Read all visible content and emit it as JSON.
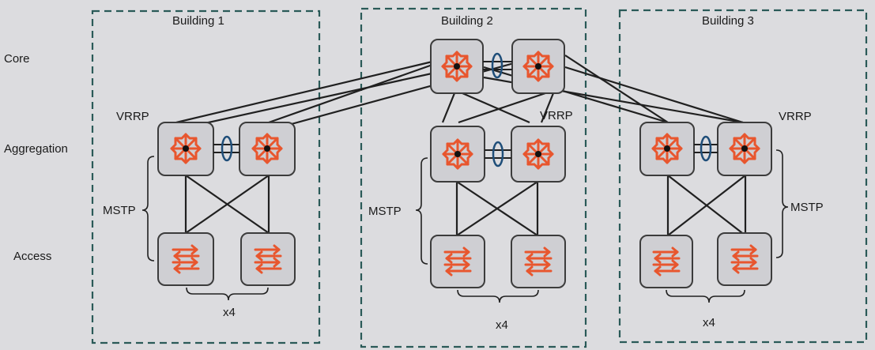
{
  "tiers": {
    "core": "Core",
    "aggregation": "Aggregation",
    "access": "Access"
  },
  "buildings": [
    {
      "title": "Building 1",
      "vrrp": "VRRP",
      "mstp": "MSTP",
      "count": "x4"
    },
    {
      "title": "Building 2",
      "vrrp": "VRRP",
      "mstp": "MSTP",
      "count": "x4"
    },
    {
      "title": "Building 3",
      "vrrp": "VRRP",
      "mstp": "MSTP",
      "count": "x4"
    }
  ],
  "colors": {
    "background": "#dcdcdf",
    "device_face": "#cfcfd3",
    "device_border": "#3c3c3c",
    "arrow": "#e8562e",
    "line": "#202020",
    "lag": "#1f4e79",
    "building_border": "#2a5a58"
  },
  "icons": {
    "router": "router-icon",
    "switch": "switch-icon",
    "lag": "link-aggregation-icon"
  }
}
